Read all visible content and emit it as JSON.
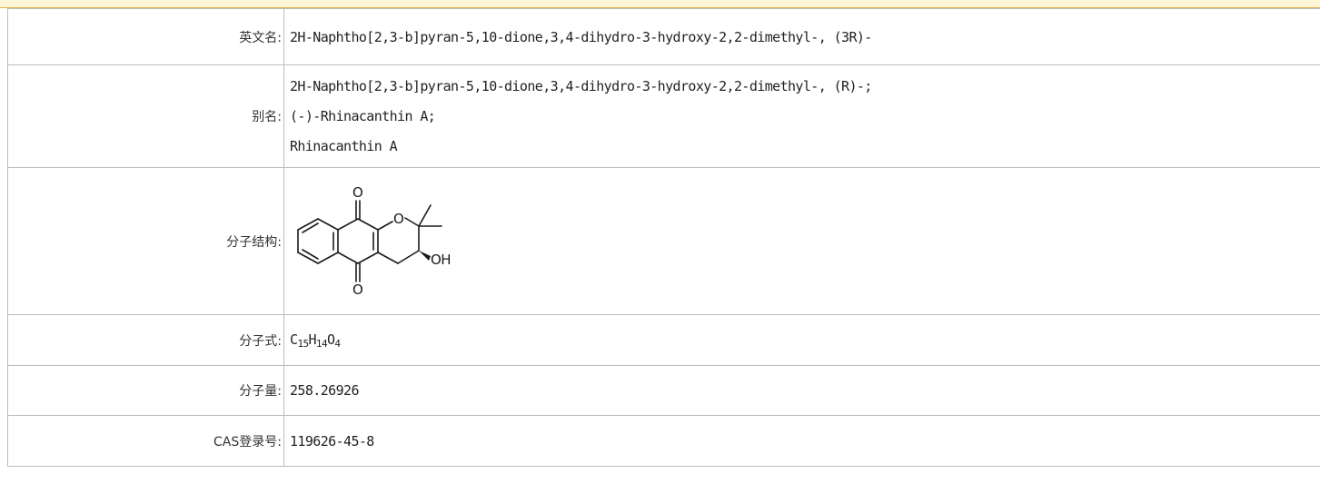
{
  "rows": {
    "english_name": {
      "label": "英文名:",
      "value": "2H-Naphtho[2,3-b]pyran-5,10-dione,3,4-dihydro-3-hydroxy-2,2-dimethyl-, (3R)-"
    },
    "synonyms": {
      "label": "别名:",
      "values": [
        "2H-Naphtho[2,3-b]pyran-5,10-dione,3,4-dihydro-3-hydroxy-2,2-dimethyl-, (R)-;",
        "(-)-Rhinacanthin A;",
        "Rhinacanthin A"
      ]
    },
    "structure": {
      "label": "分子结构:",
      "atoms": {
        "o_top": "O",
        "o_bottom": "O",
        "o_ring": "O",
        "oh": "OH"
      }
    },
    "formula": {
      "label": "分子式:",
      "parts": [
        {
          "el": "C",
          "n": "15"
        },
        {
          "el": "H",
          "n": "14"
        },
        {
          "el": "O",
          "n": "4"
        }
      ]
    },
    "mol_weight": {
      "label": "分子量:",
      "value": "258.26926"
    },
    "cas": {
      "label": "CAS登录号:",
      "value": "119626-45-8"
    }
  }
}
